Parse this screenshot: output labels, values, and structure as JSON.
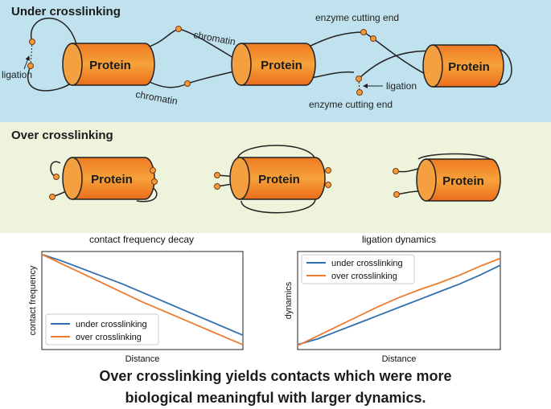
{
  "panels": {
    "under": {
      "title": "Under crosslinking"
    },
    "over": {
      "title": "Over crosslinking"
    }
  },
  "labels": {
    "protein": "Protein",
    "chromatin": "chromatin",
    "ligation": "ligation",
    "enzyme_cutting_end": "enzyme cutting end"
  },
  "colors": {
    "under_bg": "#bfe2ee",
    "over_bg": "#eef4dc",
    "protein_fill": "#f29530",
    "bead": "#f59a3a",
    "under_line": "#2f6fae",
    "over_line": "#ee7b2d"
  },
  "chart_data": [
    {
      "type": "line",
      "title": "contact frequency decay",
      "xlabel": "Distance",
      "ylabel": "contact frequency",
      "x": [
        0,
        1,
        2,
        3,
        4,
        5,
        6,
        7,
        8,
        9,
        10
      ],
      "series": [
        {
          "name": "under crosslinking",
          "values": [
            1.0,
            0.93,
            0.85,
            0.77,
            0.69,
            0.6,
            0.51,
            0.42,
            0.33,
            0.24,
            0.15
          ]
        },
        {
          "name": "over crosslinking",
          "values": [
            1.0,
            0.9,
            0.8,
            0.7,
            0.6,
            0.5,
            0.41,
            0.32,
            0.23,
            0.14,
            0.05
          ]
        }
      ],
      "xlim": [
        0,
        10
      ],
      "ylim": [
        0,
        1.03
      ],
      "legend": "bottom-left",
      "ticks": "none"
    },
    {
      "type": "line",
      "title": "ligation dynamics",
      "xlabel": "Distance",
      "ylabel": "dynamics",
      "x": [
        0,
        1,
        2,
        3,
        4,
        5,
        6,
        7,
        8,
        9,
        10
      ],
      "series": [
        {
          "name": "under crosslinking",
          "values": [
            0.05,
            0.11,
            0.19,
            0.27,
            0.35,
            0.43,
            0.51,
            0.59,
            0.67,
            0.76,
            0.86
          ]
        },
        {
          "name": "over crosslinking",
          "values": [
            0.04,
            0.14,
            0.24,
            0.34,
            0.44,
            0.53,
            0.61,
            0.68,
            0.76,
            0.85,
            0.93
          ]
        }
      ],
      "xlim": [
        0,
        10
      ],
      "ylim": [
        0,
        1
      ],
      "legend": "top-left",
      "ticks": "none"
    }
  ],
  "caption": {
    "line1": "Over crosslinking yields contacts which were more",
    "line2": "biological meaningful with larger dynamics."
  }
}
